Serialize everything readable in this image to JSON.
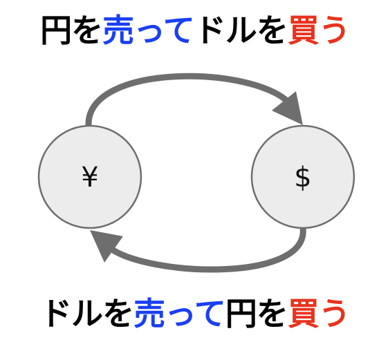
{
  "top_caption": {
    "segments": [
      {
        "text": "円を",
        "color": "#000000"
      },
      {
        "text": "売って",
        "color": "#1a3ff2"
      },
      {
        "text": "ドルを",
        "color": "#000000"
      },
      {
        "text": "買う",
        "color": "#e8321e"
      }
    ]
  },
  "bottom_caption": {
    "segments": [
      {
        "text": "ドルを",
        "color": "#000000"
      },
      {
        "text": "売って",
        "color": "#1a3ff2"
      },
      {
        "text": "円を",
        "color": "#000000"
      },
      {
        "text": "買う",
        "color": "#e8321e"
      }
    ]
  },
  "nodes": {
    "yen": {
      "symbol": "¥"
    },
    "dollar": {
      "symbol": "$"
    }
  },
  "colors": {
    "node_fill": "#ececec",
    "node_stroke": "#6e6e6e",
    "arrow": "#6e6e6e"
  }
}
